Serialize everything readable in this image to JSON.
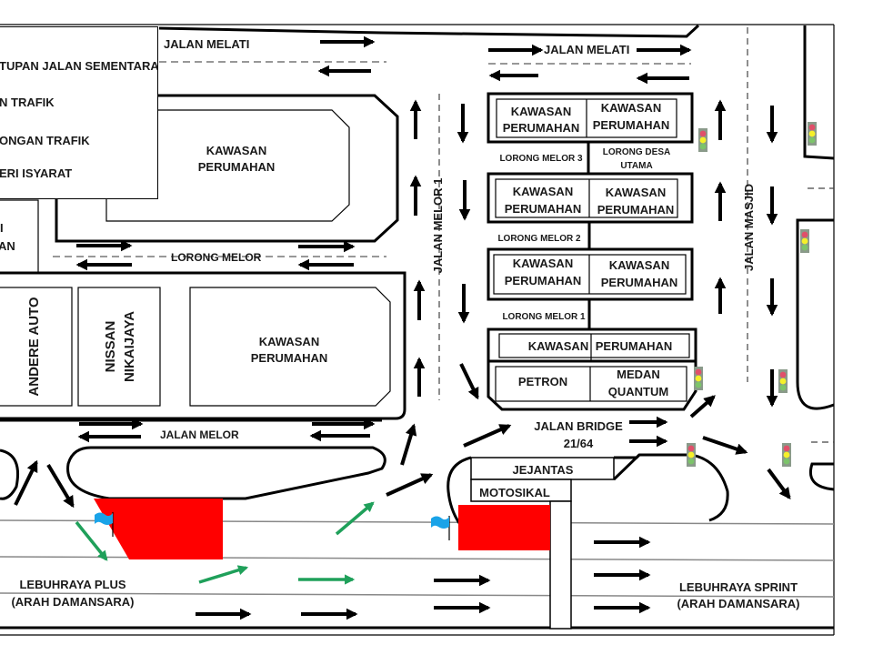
{
  "legend": {
    "items": [
      {
        "label": "TUPAN JALAN SEMENTARA",
        "meaning": "temporary road closure"
      },
      {
        "label": "N TRAFIK",
        "meaning": "traffic flow"
      },
      {
        "label": "ONGAN TRAFIK",
        "meaning": "traffic diversion"
      },
      {
        "label": "ERI ISYARAT",
        "meaning": "traffic signal"
      }
    ]
  },
  "roads": {
    "jalan_melati_left": "JALAN MELATI",
    "jalan_melati_right": "JALAN MELATI",
    "lorong_melor": "LORONG MELOR",
    "jalan_melor_1": "JALAN MELOR 1",
    "jalan_melor": "JALAN MELOR",
    "lorong_melor_3": "LORONG MELOR 3",
    "lorong_desa_utama_line1": "LORONG DESA",
    "lorong_desa_utama_line2": "UTAMA",
    "lorong_melor_2": "LORONG MELOR 2",
    "lorong_melor_1": "LORONG MELOR 1",
    "jalan_masjid": "JALAN MASJID",
    "jalan_bridge_line1": "JALAN BRIDGE",
    "jalan_bridge_line2": "21/64",
    "lebuhraya_plus_line1": "LEBUHRAYA PLUS",
    "lebuhraya_plus_line2": "(ARAH DAMANSARA)",
    "lebuhraya_sprint_line1": "LEBUHRAYA SPRINT",
    "lebuhraya_sprint_line2": "(ARAH DAMANSARA)"
  },
  "blocks": {
    "left_partial_line1": "I",
    "left_partial_line2": "AN",
    "kawasan_top_line1": "KAWASAN",
    "kawasan_top_line2": "PERUMAHAN",
    "kawasan_mid_line1": "KAWASAN",
    "kawasan_mid_line2": "PERUMAHAN",
    "andere_auto": "ANDERE AUTO",
    "nissan_line1": "NISSAN",
    "nissan_line2": "NIKAIJAYA",
    "r1_left_line1": "KAWASAN",
    "r1_left_line2": "PERUMAHAN",
    "r1_right_line1": "KAWASAN",
    "r1_right_line2": "PERUMAHAN",
    "r2_left_line1": "KAWASAN",
    "r2_left_line2": "PERUMAHAN",
    "r2_right_line1": "KAWASAN",
    "r2_right_line2": "PERUMAHAN",
    "r3_left_line1": "KAWASAN",
    "r3_left_line2": "PERUMAHAN",
    "r3_right_line1": "KAWASAN",
    "r3_right_line2": "PERUMAHAN",
    "r4_left": "KAWASAN",
    "r4_right": "PERUMAHAN",
    "petron": "PETRON",
    "medan_line1": "MEDAN",
    "medan_line2": "QUANTUM",
    "jejantas": "JEJANTAS",
    "motosikal": "MOTOSIKAL"
  },
  "colors": {
    "closure": "#ff0000",
    "diversion_arrow": "#1fa05a",
    "flow_arrow": "#000000",
    "flag": "#1aa3e8",
    "signal_body": "#8a9a8a",
    "signal_red": "#e0506a",
    "signal_yellow": "#f5f02a",
    "signal_green": "#7cc46a"
  }
}
